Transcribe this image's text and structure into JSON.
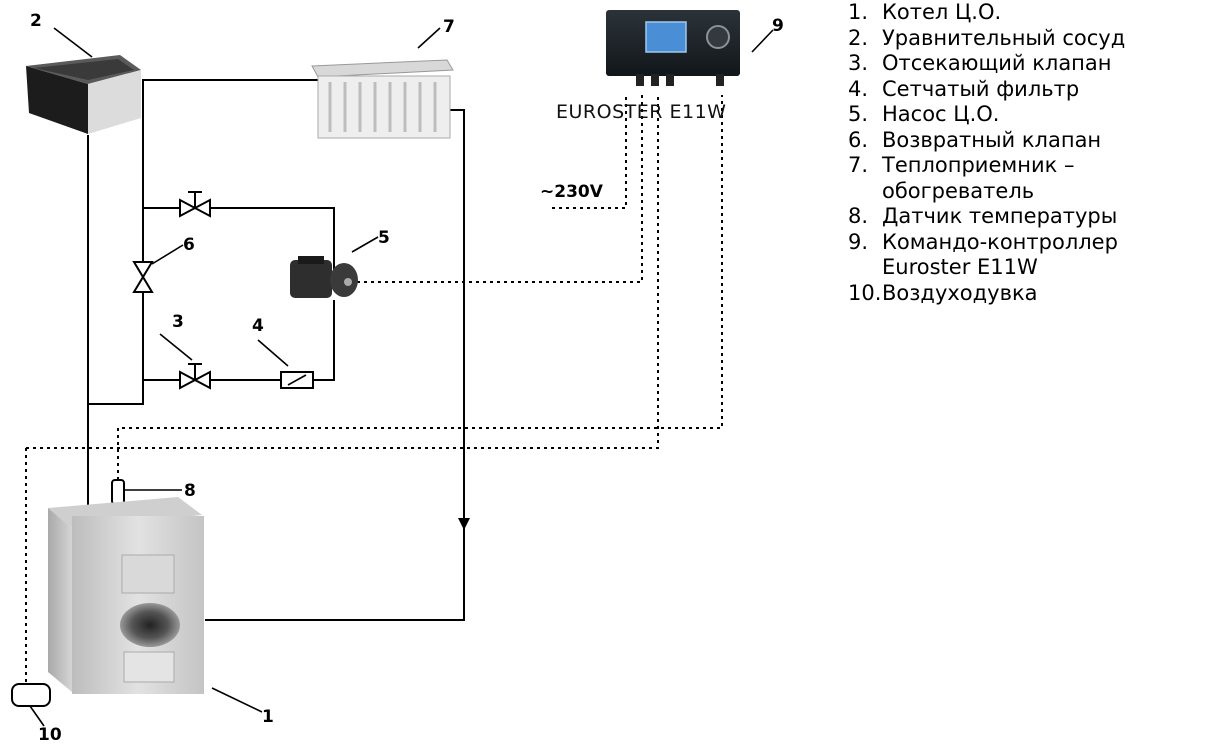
{
  "diagram": {
    "controller_label": "EUROSTER E11W",
    "voltage_label": "~230V",
    "callouts": {
      "boiler": "1",
      "expansion_vessel": "2",
      "shutoff_valve": "3",
      "mesh_filter": "4",
      "pump": "5",
      "check_valve": "6",
      "radiator": "7",
      "temp_sensor": "8",
      "controller": "9",
      "blower": "10"
    }
  },
  "legend": {
    "items": [
      {
        "num": "1.",
        "text": "Котел Ц.О."
      },
      {
        "num": "2.",
        "text": "Уравнительный сосуд"
      },
      {
        "num": "3.",
        "text": "Отсекающий клапан"
      },
      {
        "num": "4.",
        "text": "Сетчатый фильтр"
      },
      {
        "num": "5.",
        "text": "Насос Ц.О."
      },
      {
        "num": "6.",
        "text": "Возвратный клапан"
      },
      {
        "num": "7.",
        "text": "Теплоприемник –\nобогреватель"
      },
      {
        "num": "8.",
        "text": "Датчик температуры"
      },
      {
        "num": "9.",
        "text": "Командо-контроллер\nEuroster E11W"
      },
      {
        "num": "10.",
        "text": "Воздуходувка"
      }
    ]
  }
}
